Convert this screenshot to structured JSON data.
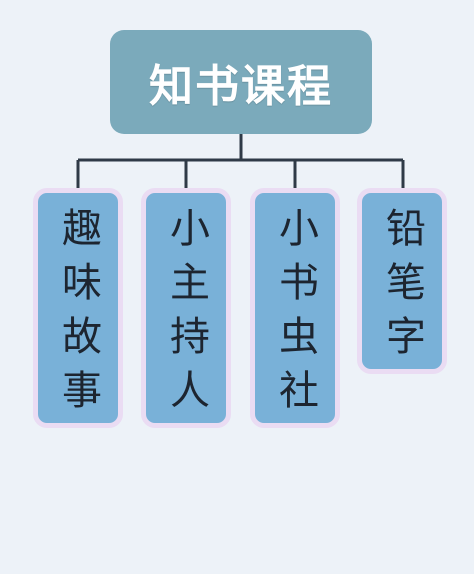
{
  "root": {
    "title": "知书课程",
    "color": "#7baabb"
  },
  "children": [
    {
      "label": "趣味故事"
    },
    {
      "label": "小主持人"
    },
    {
      "label": "小书虫社"
    },
    {
      "label": "铅笔字"
    }
  ],
  "colors": {
    "background": "#edf2f8",
    "node_fill": "#79b1d8",
    "node_border": "#eadcf3",
    "connector": "#2f3a47",
    "text": "#1d2530"
  }
}
